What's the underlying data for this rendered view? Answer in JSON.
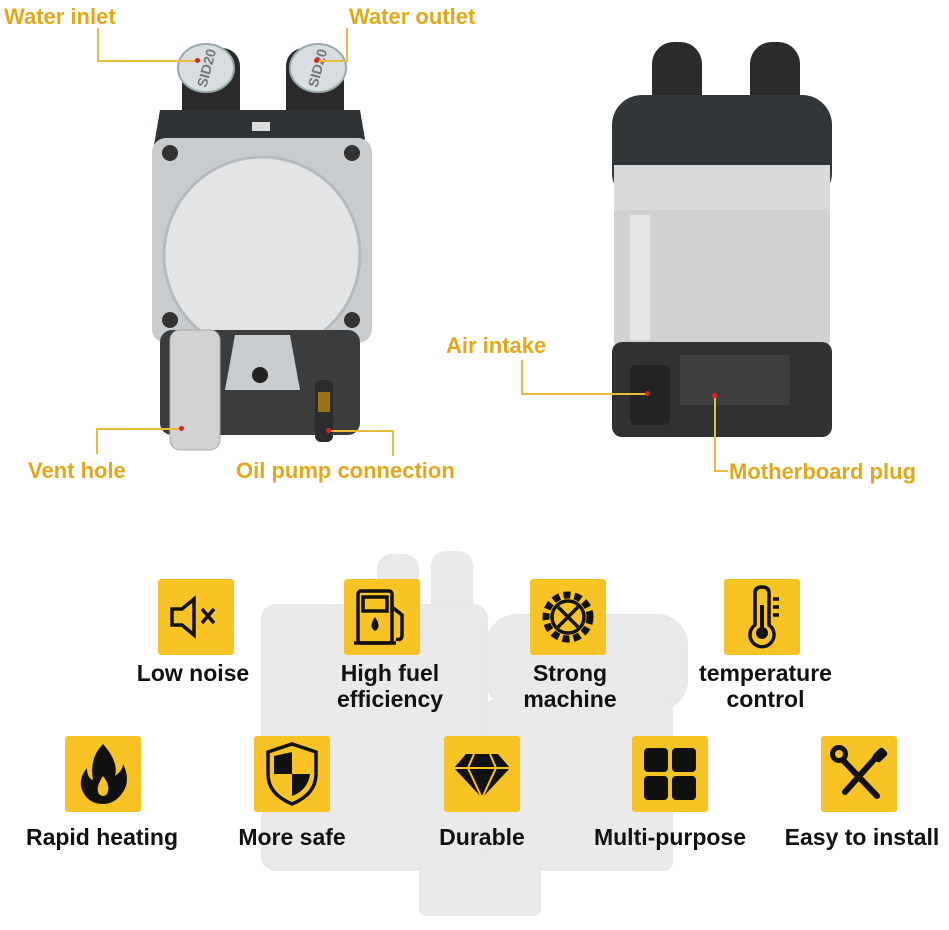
{
  "callouts": {
    "water_inlet": "Water inlet",
    "water_outlet": "Water outlet",
    "air_intake": "Air intake",
    "vent_hole": "Vent hole",
    "oil_pump": "Oil pump connection",
    "motherboard_plug": "Motherboard plug"
  },
  "cap_text": "SID20",
  "features": [
    {
      "line1": "Low noise",
      "line2": "",
      "icon": "speaker-mute-icon"
    },
    {
      "line1": "High fuel",
      "line2": "efficiency",
      "icon": "fuel-pump-icon"
    },
    {
      "line1": "Strong",
      "line2": "machine",
      "icon": "gear-tools-icon"
    },
    {
      "line1": "temperature",
      "line2": "control",
      "icon": "thermometer-icon"
    },
    {
      "line1": "Rapid heating",
      "line2": "",
      "icon": "flame-icon"
    },
    {
      "line1": "More safe",
      "line2": "",
      "icon": "shield-icon"
    },
    {
      "line1": "Durable",
      "line2": "",
      "icon": "diamond-icon"
    },
    {
      "line1": "Multi-purpose",
      "line2": "",
      "icon": "grid-icon"
    },
    {
      "line1": "Easy to install",
      "line2": "",
      "icon": "wrench-screwdriver-icon"
    }
  ],
  "colors": {
    "callout": "#e2a81a",
    "icon_bg": "#f7c325",
    "label": "#111111"
  }
}
